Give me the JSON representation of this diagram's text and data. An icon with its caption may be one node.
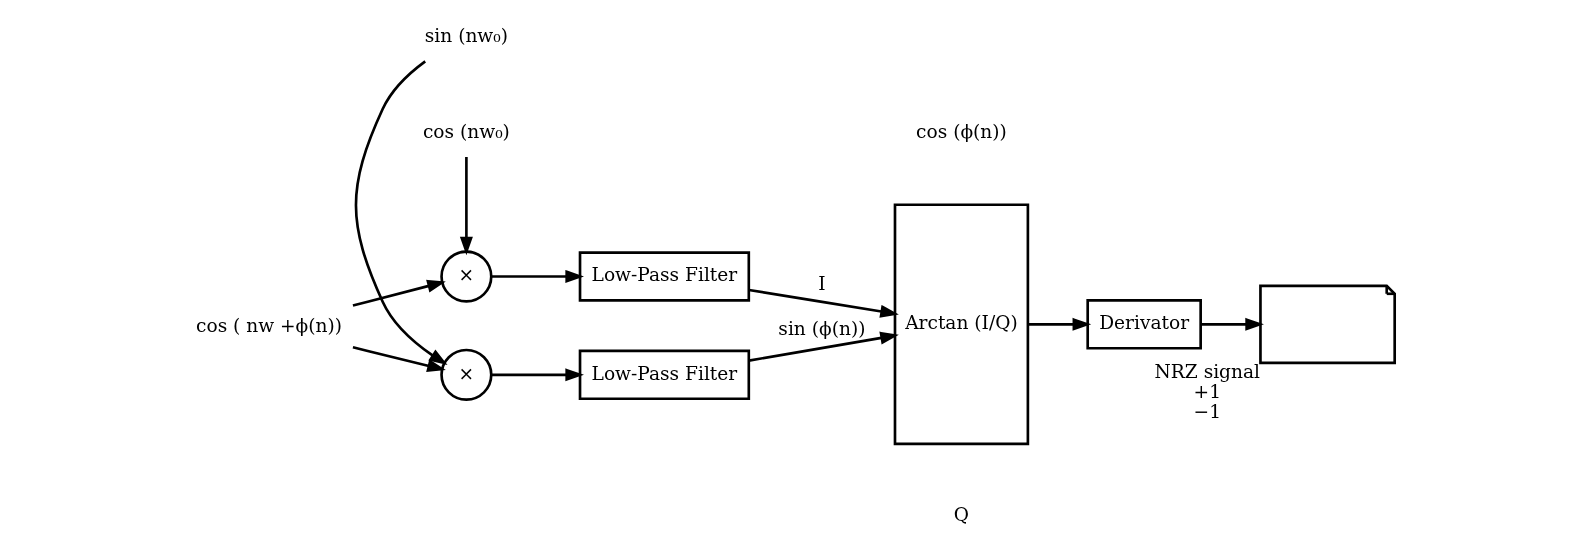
{
  "diagram": {
    "nodes": [
      {
        "text": [
          "cos ( nw +ϕ(n))"
        ]
      },
      {
        "text": [
          "cos (nw₀)"
        ]
      },
      {
        "text": [
          "×"
        ]
      },
      {
        "text": [
          "Low-Pass Filter"
        ]
      },
      {
        "text": [
          "×"
        ]
      },
      {
        "text": [
          "sin (nw₀)"
        ]
      },
      {
        "text": [
          "Low-Pass Filter"
        ]
      },
      {
        "text": [
          "Arctan (I/Q)"
        ]
      },
      {
        "text": [
          "Derivator"
        ]
      },
      {
        "text": [],
        "shape": "picture",
        "beside": [
          "NRZ signal",
          "+1",
          "−1"
        ]
      }
    ],
    "edges": [
      {
        "from": 0,
        "to": 2,
        "arrow": "to"
      },
      {
        "from": 0,
        "to": 4,
        "arrow": "to"
      },
      {
        "from": 1,
        "to": 2,
        "arrow": "to"
      },
      {
        "from": 5,
        "to": 4,
        "arrow": "to"
      },
      {
        "from": 2,
        "to": 3,
        "arrow": "to"
      },
      {
        "from": 4,
        "to": 6,
        "arrow": "to"
      },
      {
        "from": 3,
        "to": 7,
        "arrow": "to",
        "label": "I"
      },
      {
        "from": 6,
        "to": 7,
        "arrow": "to",
        "label": "sin (ϕ(n))"
      },
      {
        "from": 7,
        "to": 8,
        "arrow": "to"
      },
      {
        "from": 8,
        "to": 9,
        "arrow": "to"
      }
    ],
    "labels": [
      "cos (ϕ(n))",
      "Q"
    ]
  }
}
